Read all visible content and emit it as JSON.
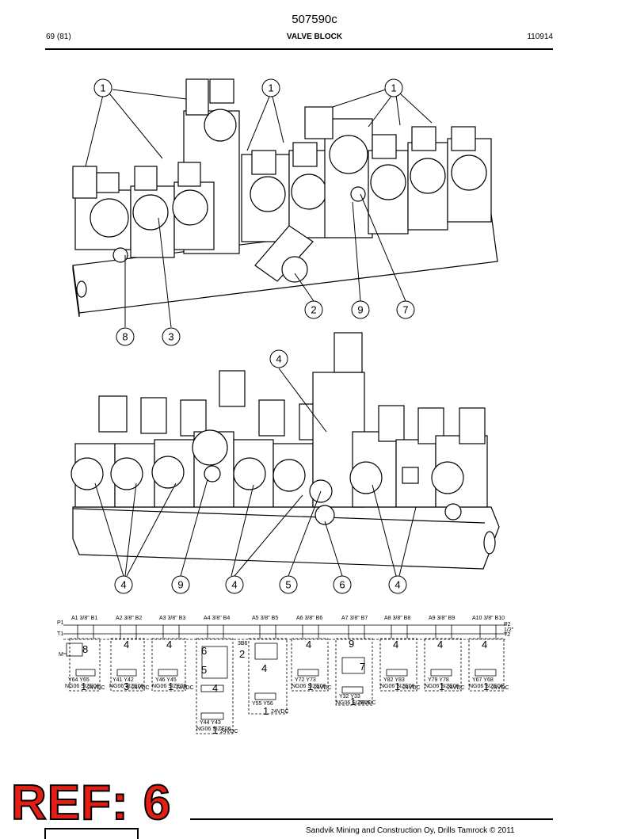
{
  "header": {
    "doc_code": "507590c",
    "page": "69 (81)",
    "title": "VALVE BLOCK",
    "date": "110914"
  },
  "top_callouts": [
    "1",
    "1",
    "1",
    "2",
    "9",
    "7",
    "8",
    "3"
  ],
  "bottom_callouts": [
    "4",
    "4",
    "9",
    "4",
    "5",
    "6",
    "4"
  ],
  "schematic": {
    "left_ports": [
      "P1",
      "T1"
    ],
    "right_ports": [
      "P2",
      "1/2\"",
      "T2"
    ],
    "ports": [
      {
        "label": "A1 3/8\" B1"
      },
      {
        "label": "A2 3/8\" B2"
      },
      {
        "label": "A3 3/8\" B3"
      },
      {
        "label": "A4 3/8\" B4"
      },
      {
        "label": "A5 3/8\" B5"
      },
      {
        "label": "A6 3/8\" B6"
      },
      {
        "label": "A7 3/8\" B7"
      },
      {
        "label": "A8 3/8\" B8"
      },
      {
        "label": "A9 3/8\" B9"
      },
      {
        "label": "A10 3/8\" B10"
      }
    ],
    "valves": [
      {
        "num": "1",
        "ids": "Y64  Y65",
        "spec": "NG06 SIZE06",
        "volt": "24VDC",
        "callout": "8"
      },
      {
        "num": "3",
        "ids": "Y41  Y42",
        "spec": "NG06 SIZE06",
        "volt": "24VDC",
        "callout": "4"
      },
      {
        "num": "1",
        "ids": "Y46  Y45",
        "spec": "NG06 SIZE06",
        "volt": "24VDC",
        "callout": "4"
      },
      {
        "num": "1",
        "ids": "Y44  Y43",
        "spec": "NG06 SIZE06",
        "volt": "24VDC",
        "callout": "6"
      },
      {
        "num": "1",
        "ids": "Y55  Y56",
        "spec": "NG06 SIZE06",
        "volt": "24VDC",
        "callout": "4"
      },
      {
        "num": "1",
        "ids": "Y72  Y73",
        "spec": "NG06 SIZE06",
        "volt": "24VDC",
        "callout": "4"
      },
      {
        "num": "1",
        "ids": "Y32  Y33",
        "spec": "NG06 SIZE06",
        "volt": "24VDC",
        "callout": "9"
      },
      {
        "num": "1",
        "ids": "Y82  Y83",
        "spec": "NG06 SIZE06",
        "volt": "24VDC",
        "callout": "4"
      },
      {
        "num": "1",
        "ids": "Y79  Y78",
        "spec": "NG06 SIZE06",
        "volt": "24VDC",
        "callout": "4"
      },
      {
        "num": "1",
        "ids": "Y67  Y68",
        "spec": "NG06 SIZE06",
        "volt": "24VDC",
        "callout": "4"
      }
    ],
    "extra_labels": [
      "5",
      "2",
      "7",
      "3B6",
      "M"
    ]
  },
  "stamp": "REF: 6",
  "footer": {
    "copyright": "Sandvik Mining and Construction Oy, Drills Tamrock © 2011"
  },
  "colors": {
    "stamp_red": "#e41e13",
    "line": "#000000",
    "paper": "#ffffff"
  }
}
